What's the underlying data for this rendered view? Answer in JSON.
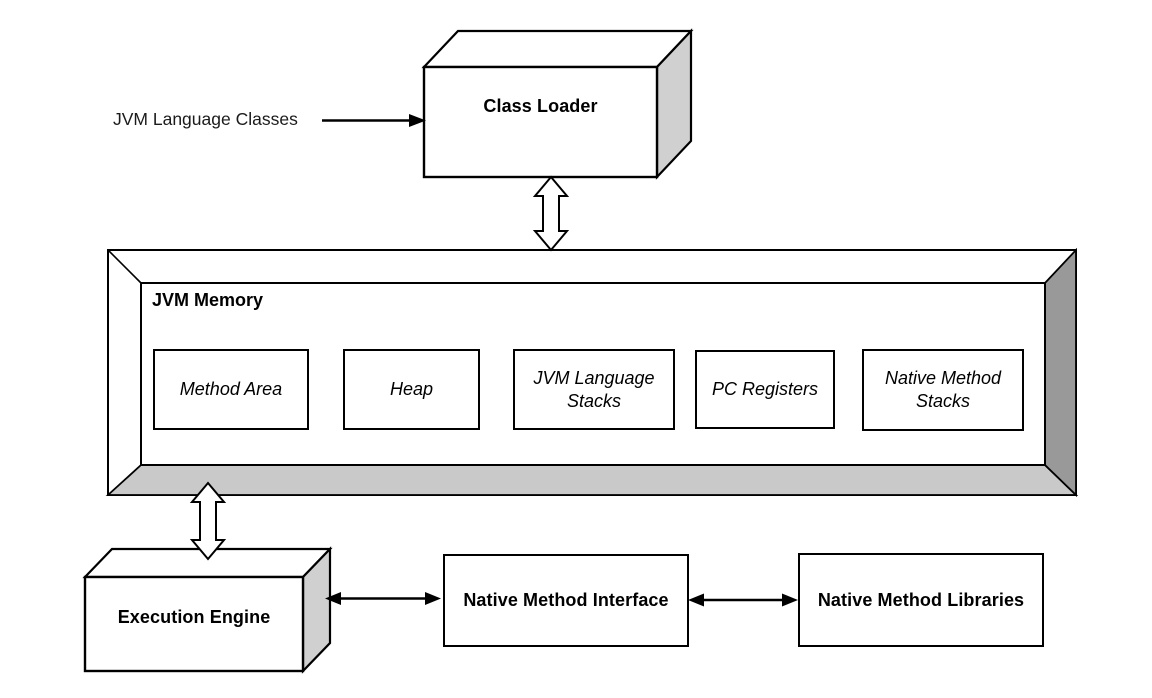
{
  "nodes": {
    "jvm_language_classes": {
      "label": "JVM Language Classes"
    },
    "class_loader": {
      "label": "Class Loader"
    },
    "jvm_memory": {
      "label": "JVM Memory"
    },
    "execution_engine": {
      "label": "Execution Engine"
    },
    "native_method_interface": {
      "label": "Native Method Interface"
    },
    "native_method_libraries": {
      "label": "Native Method Libraries"
    }
  },
  "memory_components": [
    {
      "label": "Method Area"
    },
    {
      "label": "Heap"
    },
    {
      "label": "JVM Language Stacks"
    },
    {
      "label": "PC Registers"
    },
    {
      "label": "Native Method Stacks"
    }
  ],
  "connections": [
    {
      "from": "JVM Language Classes",
      "to": "Class Loader",
      "style": "solid-arrow",
      "direction": "one-way"
    },
    {
      "from": "Class Loader",
      "to": "JVM Memory",
      "style": "hollow-arrow",
      "direction": "two-way"
    },
    {
      "from": "JVM Memory",
      "to": "Execution Engine",
      "style": "hollow-arrow",
      "direction": "two-way"
    },
    {
      "from": "Execution Engine",
      "to": "Native Method Interface",
      "style": "solid-arrow",
      "direction": "two-way"
    },
    {
      "from": "Native Method Interface",
      "to": "Native Method Libraries",
      "style": "solid-arrow",
      "direction": "two-way"
    }
  ],
  "colors": {
    "background": "#ffffff",
    "line": "#000000",
    "box_side_light": "#d0d0d0",
    "frame_bottom_strip": "#c9c9c9",
    "frame_right_strip": "#999999"
  }
}
